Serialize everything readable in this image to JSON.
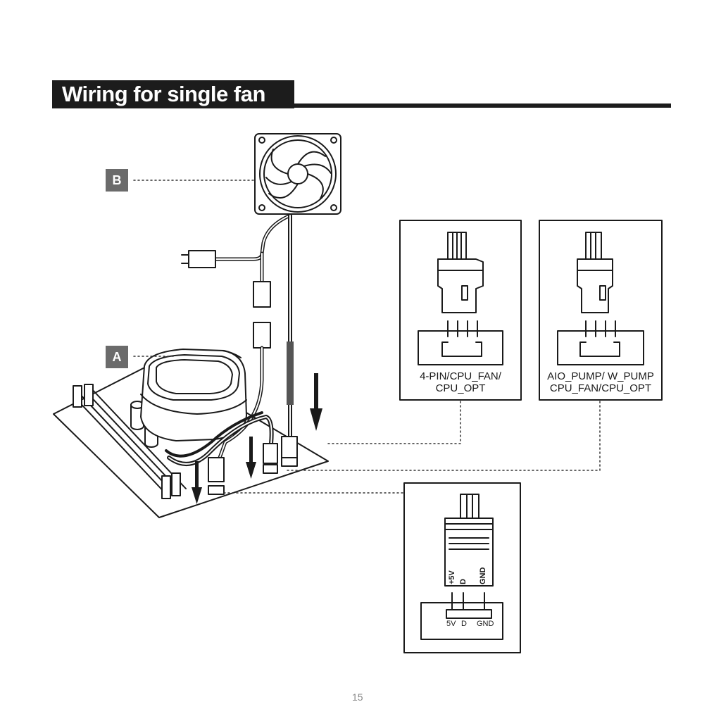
{
  "title": "Wiring for single fan",
  "callouts": {
    "a": "A",
    "b": "B"
  },
  "connector_boxes": {
    "four_pin": {
      "line1": "4-PIN/CPU_FAN/",
      "line2": "CPU_OPT"
    },
    "pump": {
      "line1": "AIO_PUMP/ W_PUMP",
      "line2": "CPU_FAN/CPU_OPT"
    },
    "argb": {
      "plug_pins": [
        "+5V",
        "D",
        "GND"
      ],
      "header_pins": [
        "5V",
        "D",
        "GND"
      ]
    }
  },
  "page_number": "15"
}
